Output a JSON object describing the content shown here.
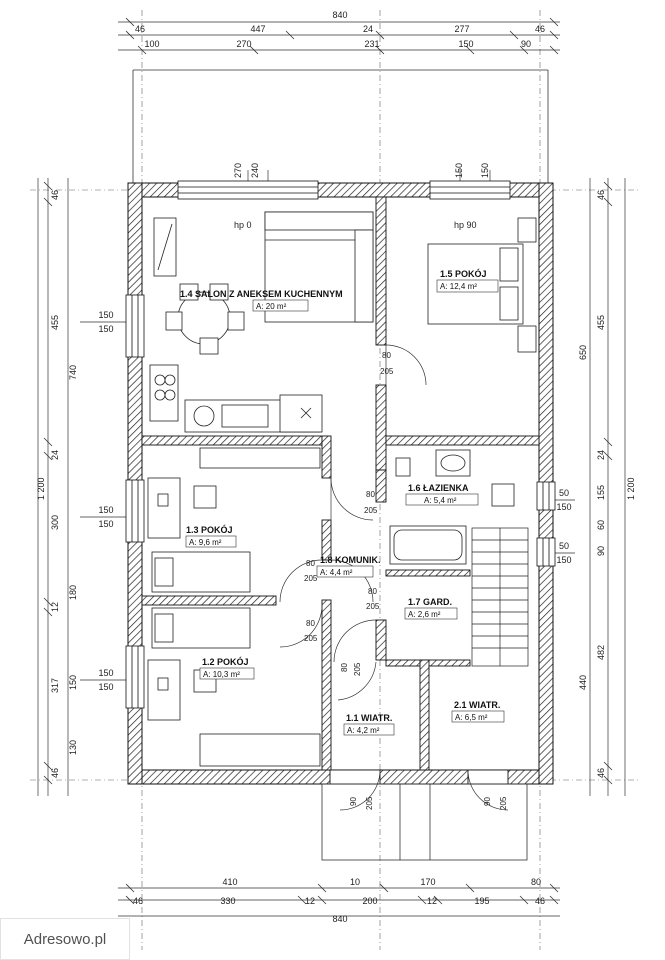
{
  "dimensions": {
    "top": [
      "840",
      "46",
      "447",
      "24",
      "277",
      "46",
      "100",
      "270",
      "231",
      "150",
      "90"
    ],
    "top_openings": [
      "270",
      "240",
      "150",
      "150"
    ],
    "bottom": [
      "410",
      "10",
      "170",
      "80",
      "46",
      "330",
      "12",
      "200",
      "12",
      "195",
      "46",
      "840"
    ],
    "left": [
      "46",
      "455",
      "740",
      "24",
      "1 200",
      "300",
      "12",
      "180",
      "317",
      "150",
      "130",
      "46"
    ],
    "left_windows": [
      "150",
      "150",
      "150",
      "150",
      "150",
      "150"
    ],
    "right": [
      "46",
      "455",
      "650",
      "24",
      "155",
      "60",
      "90",
      "1 200",
      "482",
      "440",
      "46"
    ],
    "right_windows": [
      "50",
      "150",
      "50",
      "150"
    ]
  },
  "heights": [
    "hp 0",
    "hp 90"
  ],
  "rooms": [
    {
      "name": "1.4  SALON Z ANEKSEM KUCHENNYM",
      "area": "A: 20 m²"
    },
    {
      "name": "1.5 POKÓJ",
      "area": "A: 12,4 m²"
    },
    {
      "name": "1.3  POKÓJ",
      "area": "A: 9,6 m²"
    },
    {
      "name": "1.6 ŁAZIENKA",
      "area": "A: 5,4 m²"
    },
    {
      "name": "1.8 KOMUNIK.",
      "area": "A: 4,4 m²"
    },
    {
      "name": "1.7 GARD.",
      "area": "A: 2,6 m²"
    },
    {
      "name": "1.2 POKÓJ",
      "area": "A: 10,3 m²"
    },
    {
      "name": "1.1 WIATR.",
      "area": "A: 4,2 m²"
    },
    {
      "name": "2.1 WIATR.",
      "area": "A: 6,5 m²"
    }
  ],
  "doors": [
    "80",
    "205",
    "80",
    "205",
    "80",
    "205",
    "80",
    "205",
    "80",
    "205",
    "80",
    "205",
    "90",
    "205",
    "90",
    "205"
  ],
  "watermark": "Adresowo.pl"
}
